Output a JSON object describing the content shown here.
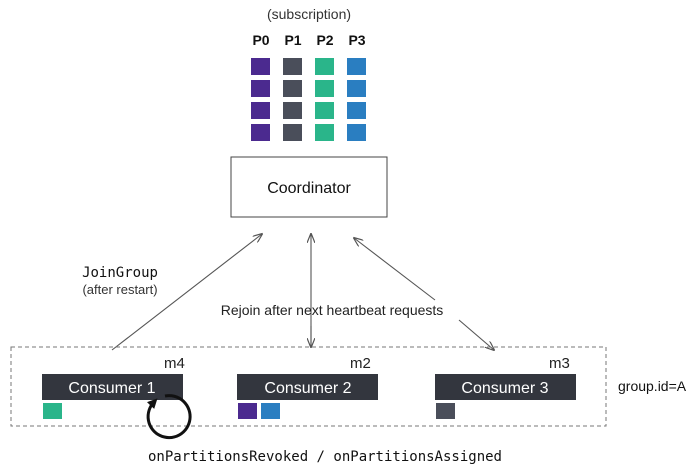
{
  "topic": {
    "subscription_label": "(subscription)",
    "partitions": [
      {
        "label": "P0",
        "color": "#4b2a8f"
      },
      {
        "label": "P1",
        "color": "#4a4e5a"
      },
      {
        "label": "P2",
        "color": "#2ab58a"
      },
      {
        "label": "P3",
        "color": "#2a7ec1"
      }
    ]
  },
  "coordinator": {
    "label": "Coordinator"
  },
  "arrows": {
    "join_group": "JoinGroup",
    "after_restart": "(after restart)",
    "rejoin": "Rejoin after next heartbeat requests"
  },
  "group": {
    "label": "group.id=A",
    "consumers": [
      {
        "label": "Consumer 1",
        "member": "m4",
        "assigned": [
          "P2"
        ]
      },
      {
        "label": "Consumer 2",
        "member": "m2",
        "assigned": [
          "P0",
          "P3"
        ]
      },
      {
        "label": "Consumer 3",
        "member": "m3",
        "assigned": [
          "P1"
        ]
      }
    ]
  },
  "callbacks": {
    "label": "onPartitionsRevoked / onPartitionsAssigned"
  },
  "colors": {
    "consumer_fill": "#33363e",
    "consumer_text": "#ffffff",
    "line": "#555555"
  }
}
